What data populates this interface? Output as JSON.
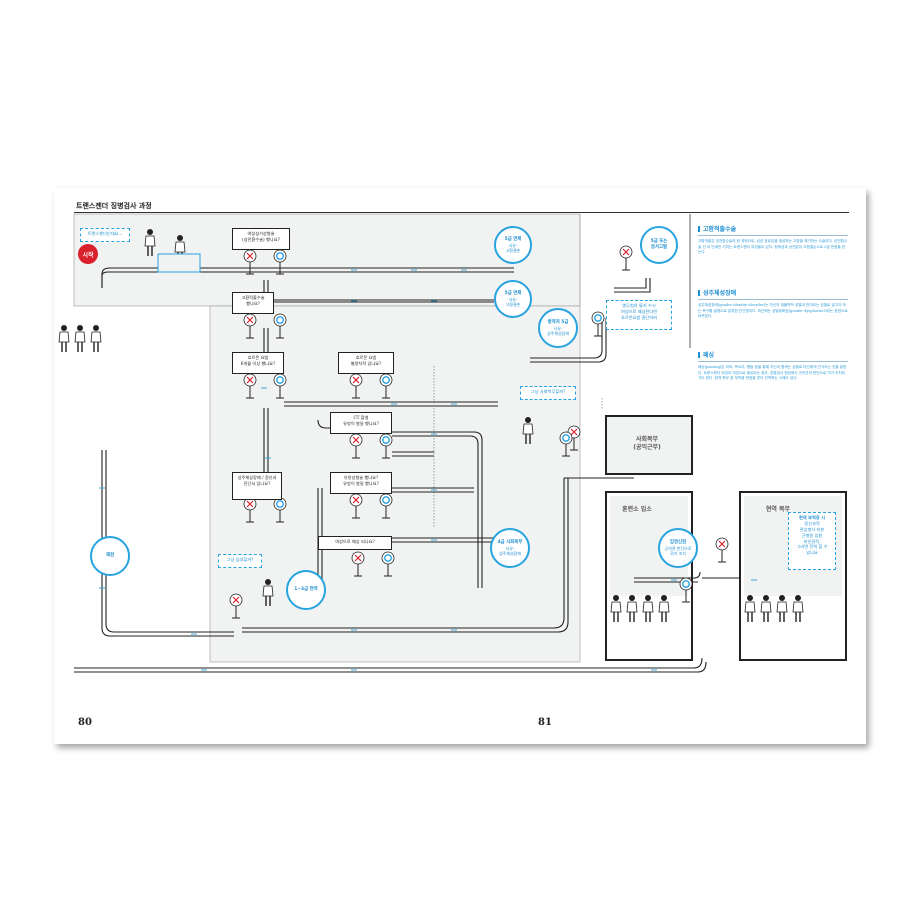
{
  "spread": {
    "title": "트랜스젠더 징병검사 과정",
    "page_left": "80",
    "page_right": "81"
  },
  "start_label": "시작",
  "speech": {
    "intro": "트랜스젠더인데요...",
    "q_external_surgery": "여성성기성형술\n(성전환수술) 했나요?",
    "q_orchiectomy": "고환적출수술\n했나요?",
    "q_hormone_6m": "호르몬 요법\n6개월 이상 했나요?",
    "q_hormone_effect": "호르몬 요법\n별량치적 있나요?",
    "q_ct": "CT 촬영\n유방이 발달 했나요?",
    "q_breast": "유방성형술 했나요?\n유방이 발달 했나요?",
    "q_gid_diag": "성주체성장애 / 정신과\n진단서 있나요?",
    "q_feminine": "여성으로 패싱 되나요?",
    "q_just": "그냥 입대할까?",
    "q_just2": "그냥 사회복무할까?",
    "military_hosp": "병무청의 통지 수시\n여성으로 패싱된다면\n호르몬요법 중단하여"
  },
  "circles": {
    "grade5_a": {
      "title": "5급 면제",
      "sub": "사유:\n고환결손"
    },
    "grade5_b": {
      "title": "5급 면제",
      "sub": "사유:\n고환결손"
    },
    "grade5_c": {
      "title": "5급 또는\n정서고발",
      "sub": ""
    },
    "mil_hosp": {
      "title": "병역처 5급",
      "sub": "사유:\n성주체성장애"
    },
    "grade4": {
      "title": "4급 사회복무",
      "sub": "사유:\n성주체성장애"
    },
    "grade13": {
      "title": "1~3급 현역",
      "sub": ""
    },
    "recheck": {
      "title": "재검",
      "sub": ""
    },
    "enlist_check": {
      "title": "입영신검",
      "sub": "군의관 판단으로\n귀가 조치"
    }
  },
  "boxes": {
    "social": "사회복무\n(공익근무)",
    "training": "훈련소 입소",
    "active": "현역 복무",
    "active_note": "현역 부적응 시",
    "active_note_body": "정신과적\n관심병사 처분\n군병원 입원\n비인권적,\n그러면 전역 할 수\n있나요"
  },
  "sidebar": [
    {
      "heading": "고환적출수술",
      "body": "고환적출은 성전환수술의 한 과정으로, 남성 호르몬을 생성하는 고환을 제거하는 수술이다. 성전환수술 전 이 단계만 거치는 트랜스젠더 여성들이 있다. 정체성과 상관없이 고환결손으로 5급 판정을 받는다."
    },
    {
      "heading": "성주체성장애",
      "body": "성주체성장애(gender identity disorder)는 자신의 생물학적 성별과 반대되는 성별로 살고자 하는 욕구를 질병으로 분류한 진단명이다. 최근에는 성별위화감(gender dysphoria)이라는 표현으로 바뀌었다."
    },
    {
      "heading": "패싱",
      "body": "패싱(passing)은 외모, 목소리, 행동 등을 통해 자신이 원하는 성별로 타인에게 인식되는 것을 말한다. 트랜스젠더 여성이 여성으로 패싱되는 경우, 징병검사 현장에서 군의관의 판단으로 귀가 조치되기도 한다. 현역 복무 중 부적응 판정을 받아 전역하는 사례도 있다."
    }
  ],
  "colors": {
    "accent": "#27a3e0",
    "accent_text": "#1d8ed0",
    "start": "#d9202c",
    "line": "#222222",
    "panel": "#f1f2f2"
  }
}
